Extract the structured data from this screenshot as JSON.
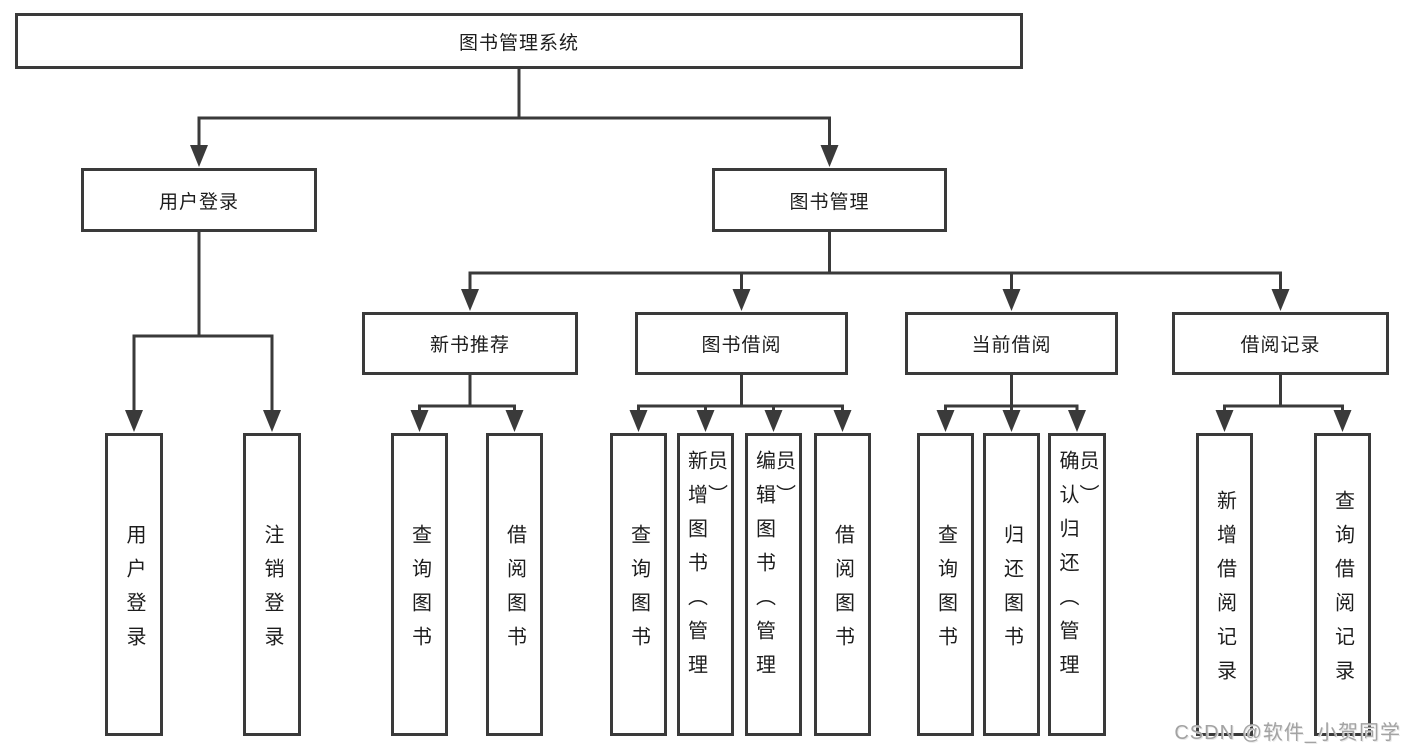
{
  "diagram": {
    "title": "图书管理系统",
    "colors": {
      "line": "#3a3a3a",
      "box_background": "#ffffff",
      "text": "#1d1d1d",
      "watermark": "#a3a3a3",
      "page_background": "#ffffff"
    },
    "nodes": {
      "root": {
        "label": "图书管理系统"
      },
      "user_login": {
        "label": "用户登录"
      },
      "book_management": {
        "label": "图书管理"
      },
      "new_book_recommendation": {
        "label": "新书推荐"
      },
      "book_borrowing": {
        "label": "图书借阅"
      },
      "current_borrowing": {
        "label": "当前借阅"
      },
      "borrowing_records": {
        "label": "借阅记录"
      }
    },
    "leaves": {
      "user_login": [
        "用户登录",
        "注销登录"
      ],
      "new_book_recommendation": [
        "查询图书",
        "借阅图书"
      ],
      "book_borrowing": [
        "查询图书",
        "新增图书（管理员）",
        "编辑图书（管理员）",
        "借阅图书"
      ],
      "current_borrowing": [
        "查询图书",
        "归还图书",
        "确认归还（管理员）"
      ],
      "borrowing_records": [
        "新增借阅记录",
        "查询借阅记录"
      ]
    },
    "watermark": {
      "text": "CSDN @软件_小贺同学"
    }
  }
}
